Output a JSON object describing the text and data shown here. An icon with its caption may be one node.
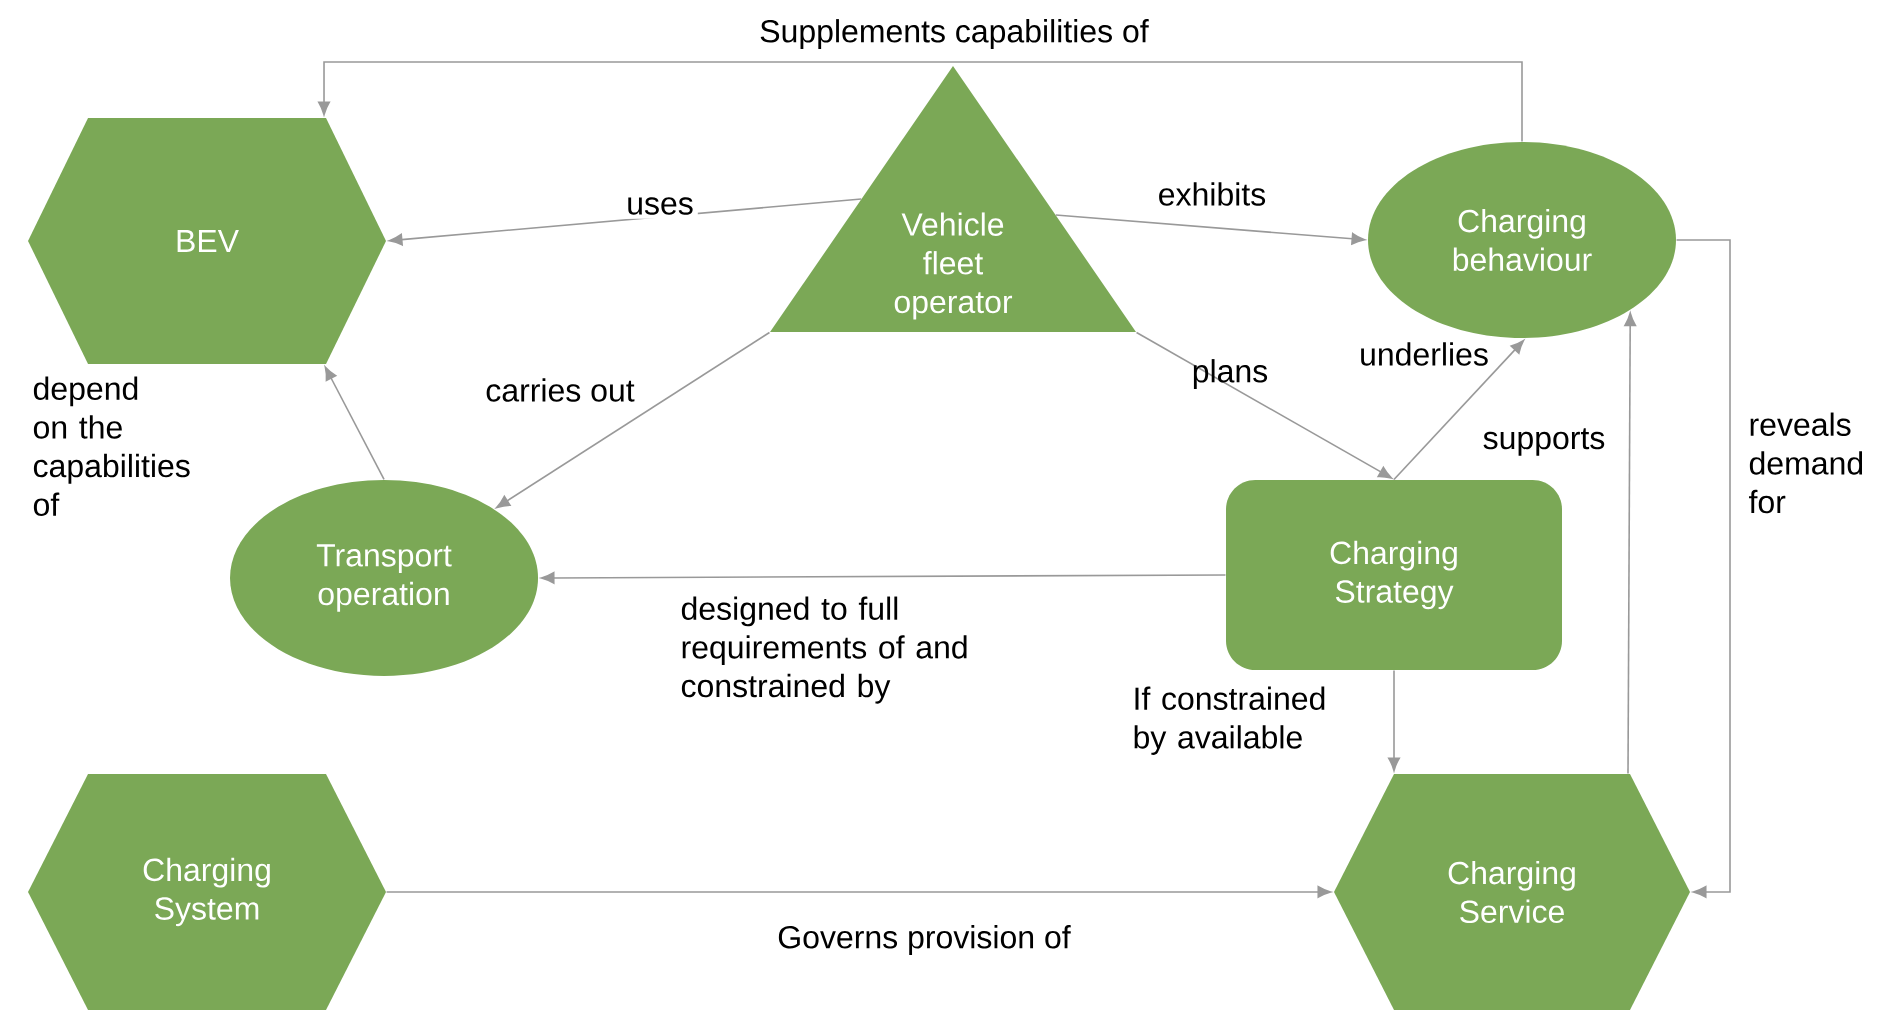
{
  "diagram": {
    "nodes": [
      {
        "text": [
          "BEV"
        ]
      },
      {
        "text": [
          "Vehicle fleet operator"
        ]
      },
      {
        "text": [
          "Charging behaviour"
        ]
      },
      {
        "text": [
          "Transport operation"
        ]
      },
      {
        "text": [
          "Charging Strategy"
        ]
      },
      {
        "text": [
          "Charging System"
        ]
      },
      {
        "text": [
          "Charging Service"
        ]
      }
    ],
    "edges": [
      {
        "from": 2,
        "to": 0,
        "arrow": "to",
        "label": "Supplements capabilities of"
      },
      {
        "from": 1,
        "to": 0,
        "arrow": "to",
        "label": "uses"
      },
      {
        "from": 1,
        "to": 2,
        "arrow": "to",
        "label": "exhibits"
      },
      {
        "from": 1,
        "to": 3,
        "arrow": "to",
        "label": "carries out"
      },
      {
        "from": 1,
        "to": 4,
        "arrow": "to",
        "label": "plans"
      },
      {
        "from": 4,
        "to": 2,
        "arrow": "to",
        "label": "underlies"
      },
      {
        "from": 3,
        "to": 0,
        "arrow": "to",
        "label": "depend on the capabilities of"
      },
      {
        "from": 4,
        "to": 3,
        "arrow": "to",
        "label": "designed to full requirements of and constrained by"
      },
      {
        "from": 4,
        "to": 6,
        "arrow": "to",
        "label": "If constrained by available"
      },
      {
        "from": 6,
        "to": 2,
        "arrow": "to",
        "label": "supports"
      },
      {
        "from": 2,
        "to": 6,
        "arrow": "to",
        "label": "reveals demand for"
      },
      {
        "from": 5,
        "to": 6,
        "arrow": "to",
        "label": "Governs provision of"
      }
    ]
  }
}
